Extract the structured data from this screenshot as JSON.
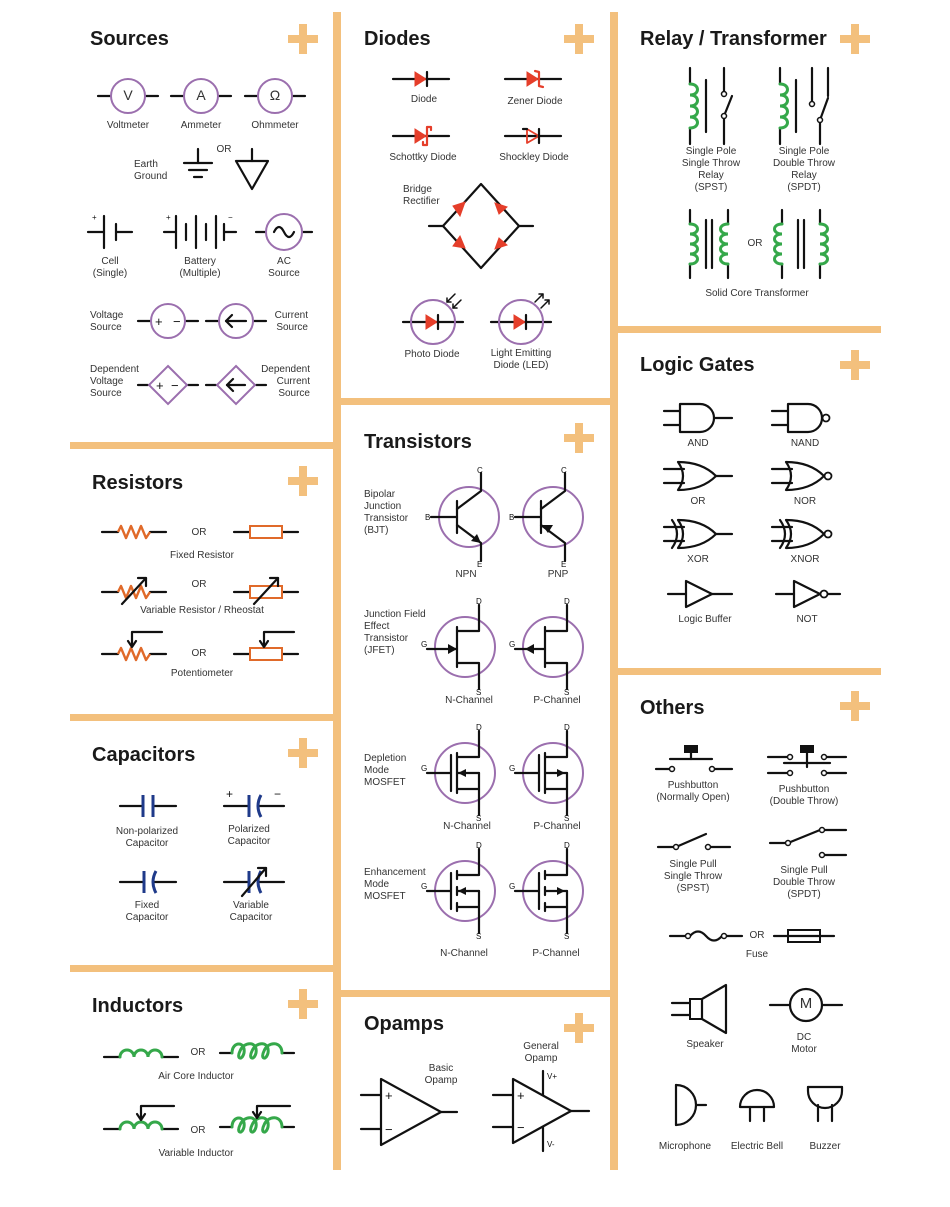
{
  "accent_color": "#f3c07d",
  "sources": {
    "title": "Sources",
    "voltmeter": "Voltmeter",
    "ammeter": "Ammeter",
    "ohmmeter": "Ohmmeter",
    "meter_v": "V",
    "meter_a": "A",
    "meter_o": "Ω",
    "earth_ground": "Earth\nGround",
    "or": "OR",
    "cell": "Cell\n(Single)",
    "battery": "Battery\n(Multiple)",
    "ac_source": "AC\nSource",
    "voltage_source": "Voltage\nSource",
    "current_source": "Current\nSource",
    "dep_voltage_source": "Dependent\nVoltage\nSource",
    "dep_current_source": "Dependent\nCurrent\nSource"
  },
  "diodes": {
    "title": "Diodes",
    "diode": "Diode",
    "zener": "Zener Diode",
    "schottky": "Schottky Diode",
    "shockley": "Shockley Diode",
    "bridge": "Bridge\nRectifier",
    "photo": "Photo Diode",
    "led": "Light Emitting\nDiode (LED)"
  },
  "relay": {
    "title": "Relay / Transformer",
    "spst": "Single Pole\nSingle Throw\nRelay\n(SPST)",
    "spdt": "Single Pole\nDouble Throw\nRelay\n(SPDT)",
    "or": "OR",
    "transformer": "Solid Core Transformer"
  },
  "resistors": {
    "title": "Resistors",
    "or": "OR",
    "fixed": "Fixed Resistor",
    "variable": "Variable Resistor / Rheostat",
    "pot": "Potentiometer"
  },
  "transistors": {
    "title": "Transistors",
    "bjt": "Bipolar\nJunction\nTransistor\n(BJT)",
    "npn": "NPN",
    "pnp": "PNP",
    "jfet": "Junction Field\nEffect\nTransistor\n(JFET)",
    "depletion": "Depletion\nMode\nMOSFET",
    "enhancement": "Enhancement\nMode\nMOSFET",
    "n_channel": "N-Channel",
    "p_channel": "P-Channel",
    "c": "C",
    "b": "B",
    "e": "E",
    "d": "D",
    "g": "G",
    "s": "S"
  },
  "logic": {
    "title": "Logic Gates",
    "and": "AND",
    "nand": "NAND",
    "or": "OR",
    "nor": "NOR",
    "xor": "XOR",
    "xnor": "XNOR",
    "buffer": "Logic Buffer",
    "not": "NOT"
  },
  "capacitors": {
    "title": "Capacitors",
    "nonpolar": "Non-polarized\nCapacitor",
    "polar": "Polarized\nCapacitor",
    "fixed": "Fixed\nCapacitor",
    "variable": "Variable\nCapacitor",
    "plus": "+",
    "minus": "−"
  },
  "inductors": {
    "title": "Inductors",
    "or": "OR",
    "aircore": "Air Core Inductor",
    "variable": "Variable Inductor"
  },
  "opamps": {
    "title": "Opamps",
    "basic": "Basic\nOpamp",
    "general": "General\nOpamp",
    "plus": "+",
    "minus": "−",
    "vplus": "V+",
    "vminus": "V-"
  },
  "others": {
    "title": "Others",
    "push_no": "Pushbutton\n(Normally Open)",
    "push_dt": "Pushbutton\n(Double Throw)",
    "spst": "Single Pull\nSingle Throw\n(SPST)",
    "spdt": "Single Pull\nDouble Throw\n(SPDT)",
    "or": "OR",
    "fuse": "Fuse",
    "speaker": "Speaker",
    "motor": "DC\nMotor",
    "motor_m": "M",
    "microphone": "Microphone",
    "bell": "Electric Bell",
    "buzzer": "Buzzer"
  }
}
